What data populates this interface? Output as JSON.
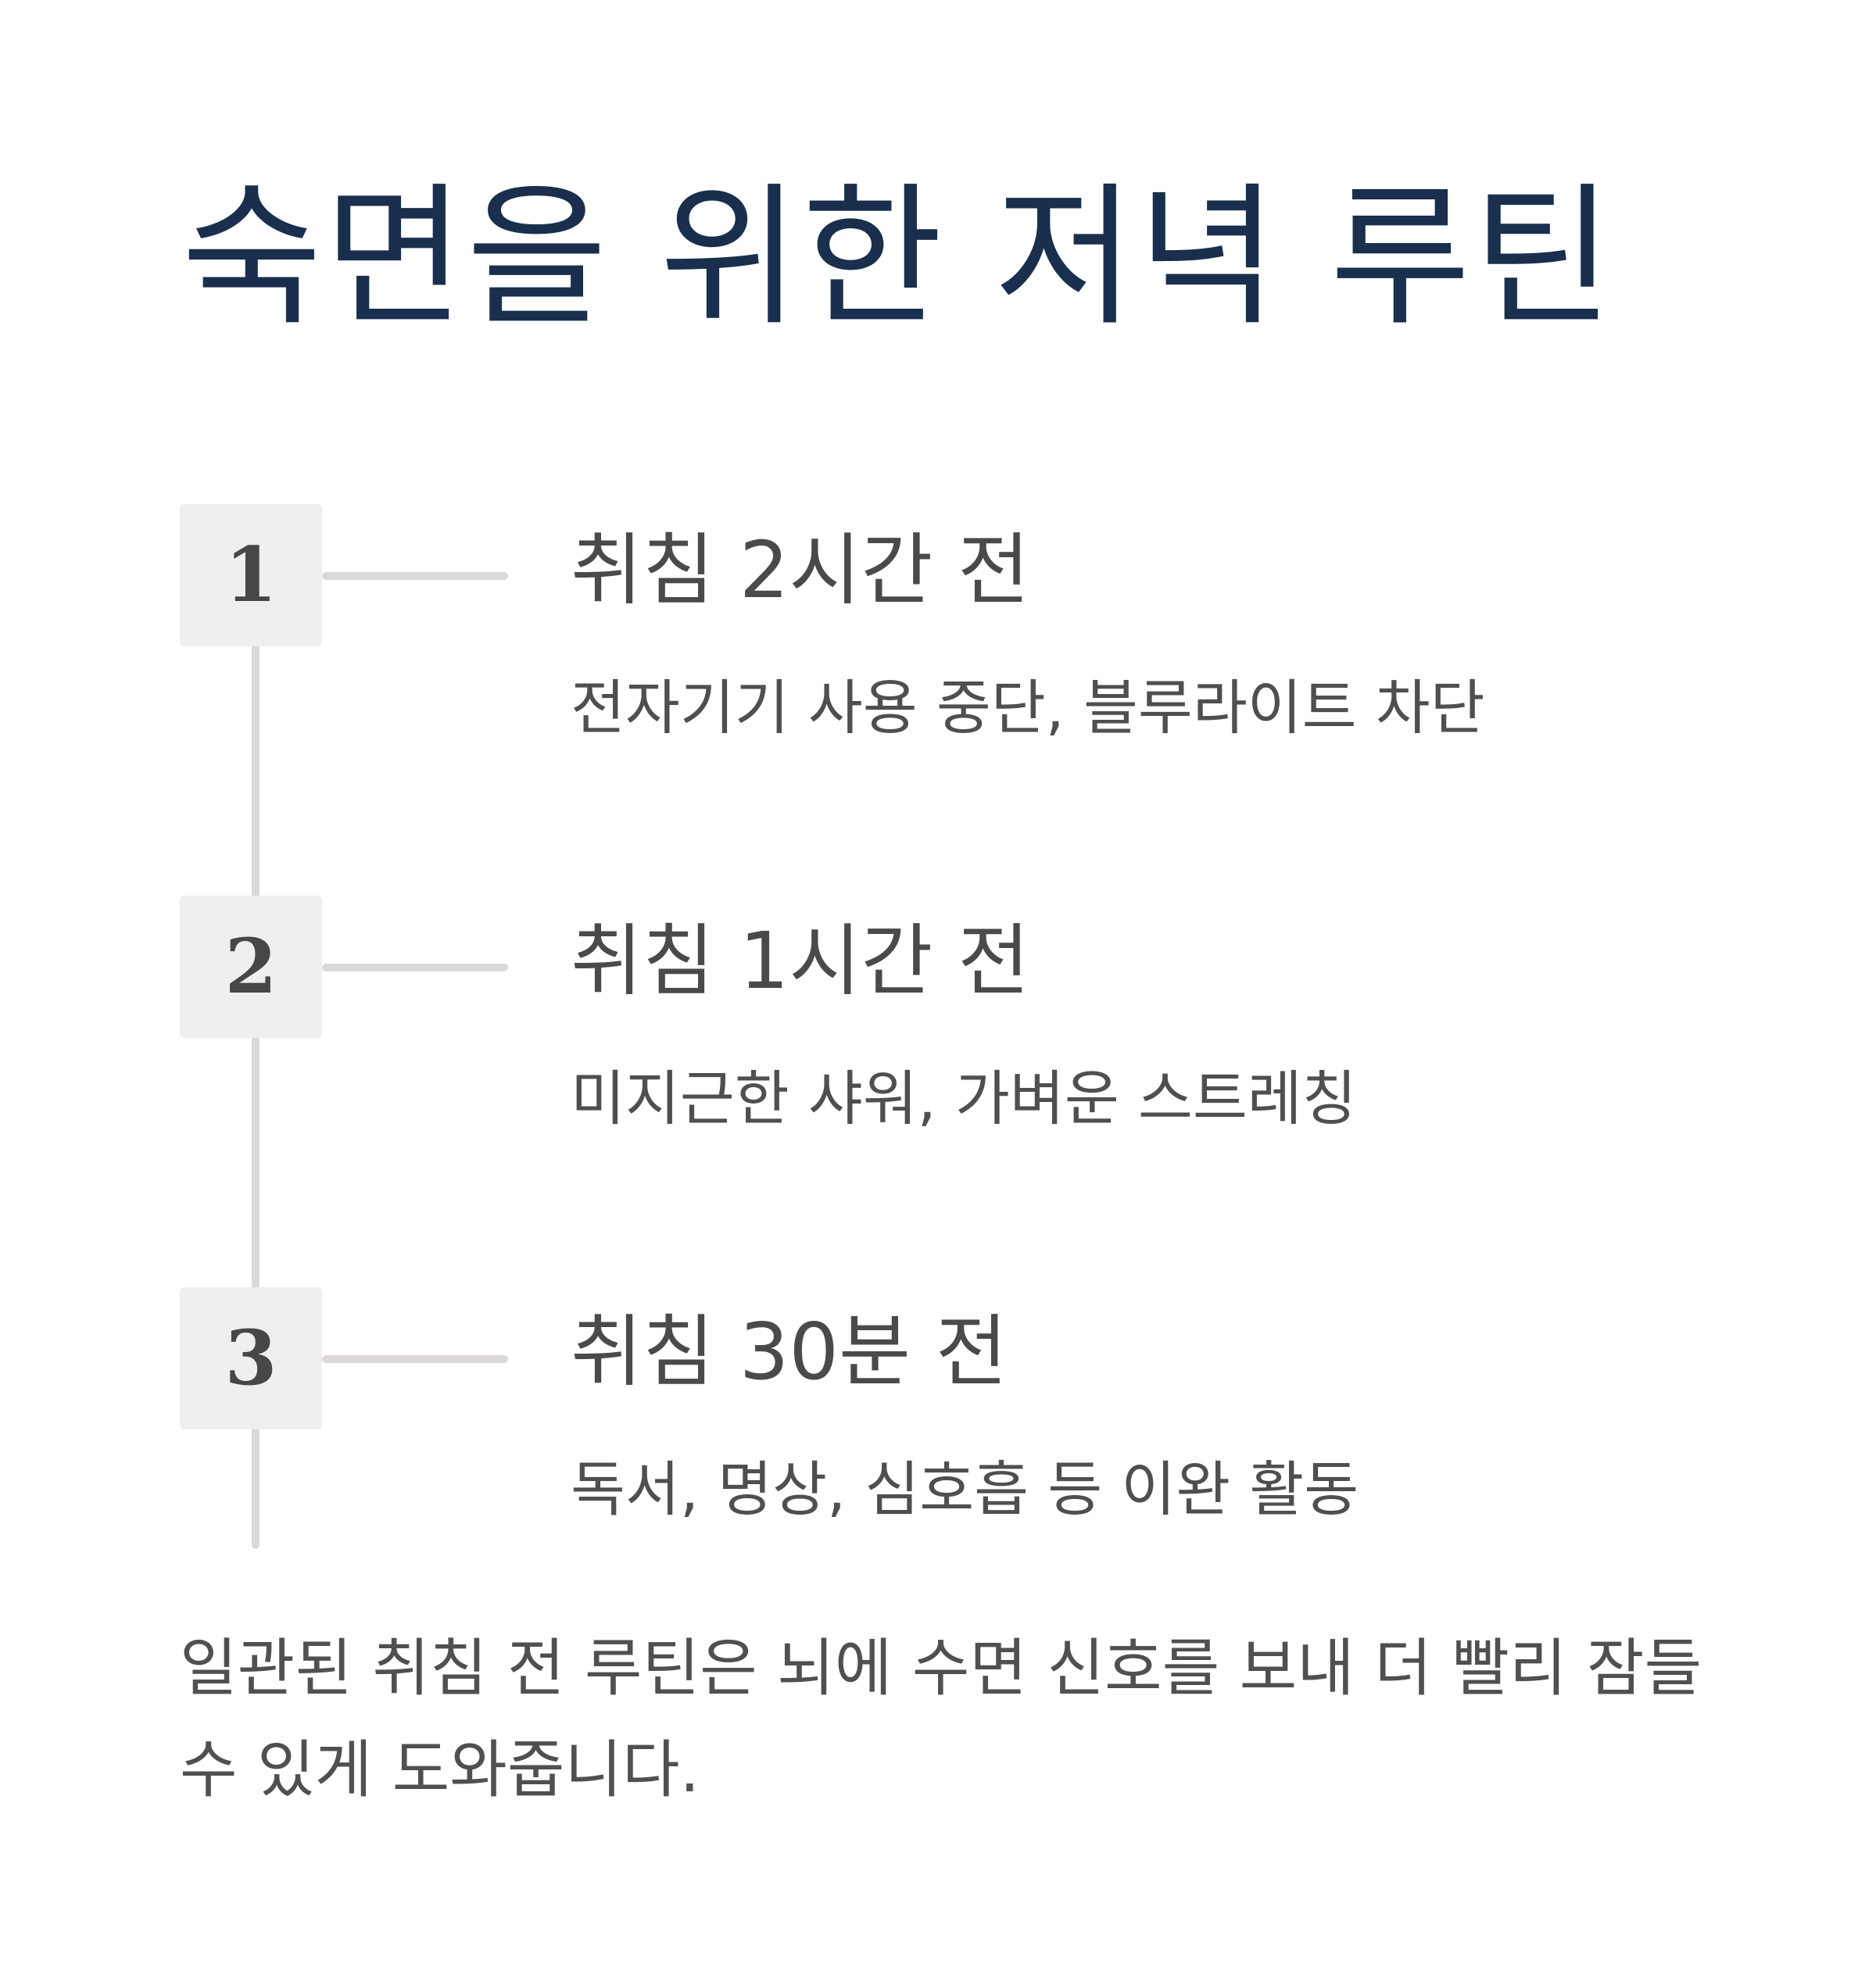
{
  "title": "숙면을 위한 저녁 루틴",
  "steps": [
    {
      "number": "1",
      "heading": "취침 2시간 전",
      "description": "전자기기 사용 중단, 블루라이트 차단"
    },
    {
      "number": "2",
      "heading": "취침 1시간 전",
      "description": "미지근한 샤워, 가벼운 스트레칭"
    },
    {
      "number": "3",
      "heading": "취침 30분 전",
      "description": "독서, 명상, 심호흡 등 이완 활동"
    }
  ],
  "footer": "일관된 취침 전 루틴은 뇌에 수면 신호를 보내 더 빨리 잠들 수 있게 도와줍니다.",
  "colors": {
    "title": "#192f4d",
    "timeline": "#dcd8d8",
    "step_box": "#f1efee",
    "text": "#4a4a4a"
  }
}
